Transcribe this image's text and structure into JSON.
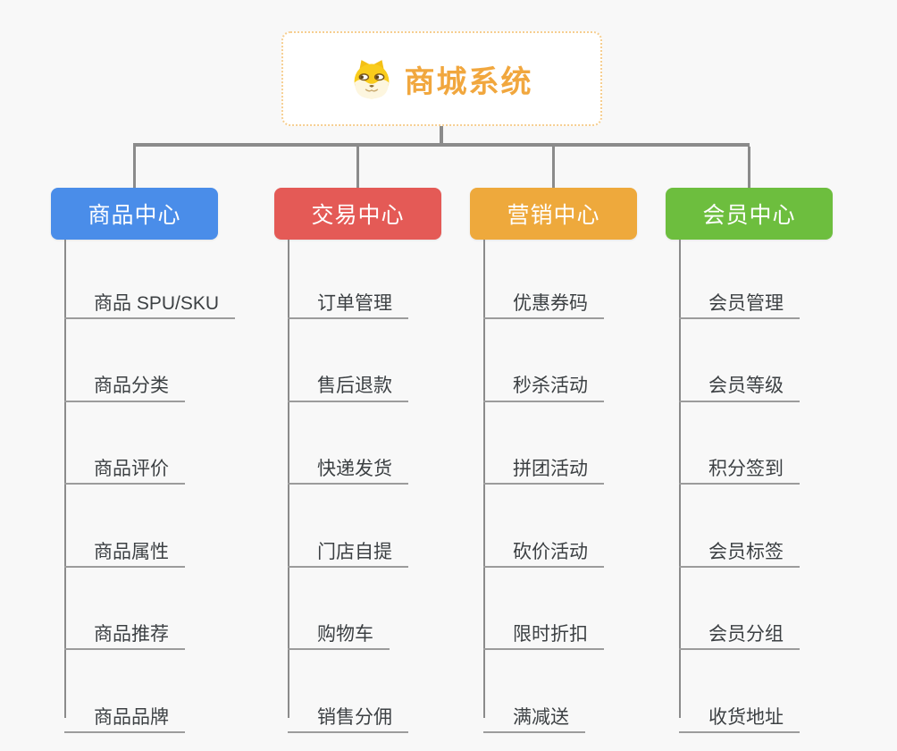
{
  "page": {
    "background": "#F8F8F8"
  },
  "root": {
    "title": "商城系统",
    "icon": "shiba-dog-icon",
    "title_color": "#F1A73E",
    "card_border_color": "#F6CE90",
    "card_background": "#FFFFFF"
  },
  "branches": [
    {
      "title": "商品中心",
      "color": "#4A8DE9",
      "items": [
        "商品 SPU/SKU",
        "商品分类",
        "商品评价",
        "商品属性",
        "商品推荐",
        "商品品牌"
      ]
    },
    {
      "title": "交易中心",
      "color": "#E45A56",
      "items": [
        "订单管理",
        "售后退款",
        "快递发货",
        "门店自提",
        "购物车",
        "销售分佣"
      ]
    },
    {
      "title": "营销中心",
      "color": "#EEA93C",
      "items": [
        "优惠券码",
        "秒杀活动",
        "拼团活动",
        "砍价活动",
        "限时折扣",
        "满减送"
      ]
    },
    {
      "title": "会员中心",
      "color": "#6DBE3E",
      "items": [
        "会员管理",
        "会员等级",
        "积分签到",
        "会员标签",
        "会员分组",
        "收货地址"
      ]
    }
  ],
  "branch_text_color": "#FFFFFF",
  "connectors": {
    "line_color": "#8B8B8B",
    "underline_color": "#9C9C9C"
  },
  "leaf_text_color": "#3C4043"
}
